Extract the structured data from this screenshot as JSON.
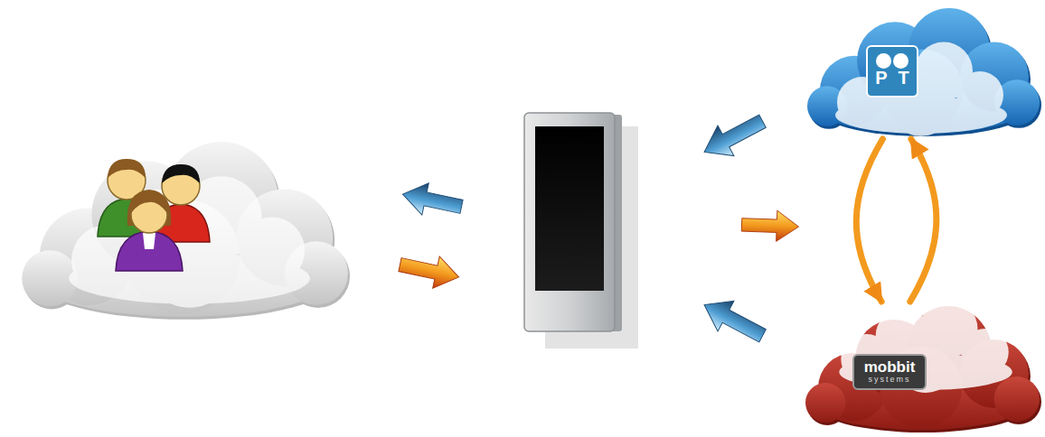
{
  "diagram": {
    "nodes": [
      {
        "text": [
          "PT"
        ]
      },
      {
        "text": [
          "mobbit",
          "systems"
        ]
      }
    ],
    "edges": [
      {
        "from": 0,
        "to": 1,
        "arrow": "to"
      },
      {
        "from": 1,
        "to": 0,
        "arrow": "to"
      }
    ]
  }
}
